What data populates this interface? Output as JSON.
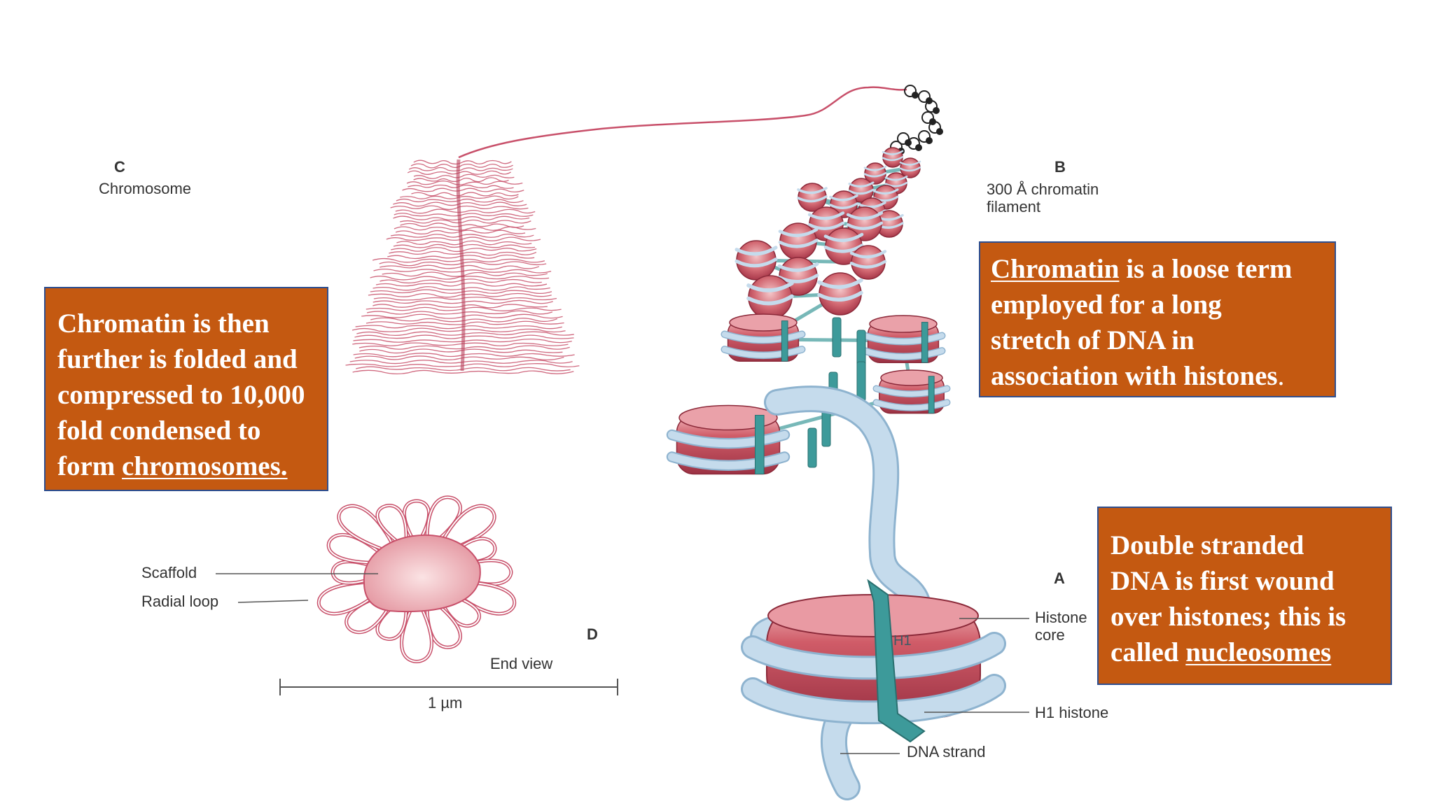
{
  "panels": {
    "c": {
      "letter": "C",
      "label": "Chromosome"
    },
    "b": {
      "letter": "B",
      "label_line1": "300 Å chromatin",
      "label_line2": "filament"
    },
    "a": {
      "letter": "A",
      "histone_core_line1": "Histone",
      "histone_core_line2": "core",
      "h1_histone": "H1 histone",
      "dna_strand": "DNA strand",
      "h1_mark": "H1"
    },
    "d": {
      "letter": "D",
      "scaffold": "Scaffold",
      "radial_loop": "Radial loop",
      "end_view": "End view",
      "scale": "1 µm"
    }
  },
  "callouts": {
    "left": {
      "line1": "Chromatin is then",
      "line2": "further is folded and",
      "line3": "compressed to 10,000",
      "line4": "fold condensed to",
      "line5_prefix": "form ",
      "line5_term": "chromosomes."
    },
    "right_top": {
      "term": "Chromatin",
      "line1_rest": " is a loose term",
      "line2": "employed for a long",
      "line3": "stretch of DNA in",
      "line4": "association with histones",
      "line4_end": "."
    },
    "right_bottom": {
      "line1": "Double stranded",
      "line2": "DNA is first wound",
      "line3": "over histones; this is",
      "line4_prefix": "called ",
      "line4_term": "nucleosomes"
    }
  },
  "colors": {
    "callout_bg": "#c45911",
    "callout_border": "#2f4f8f",
    "histone": "#c8505e",
    "dna": "#b9d2e6",
    "h1": "#3d9a9a",
    "chromosome": "#c8506a"
  }
}
